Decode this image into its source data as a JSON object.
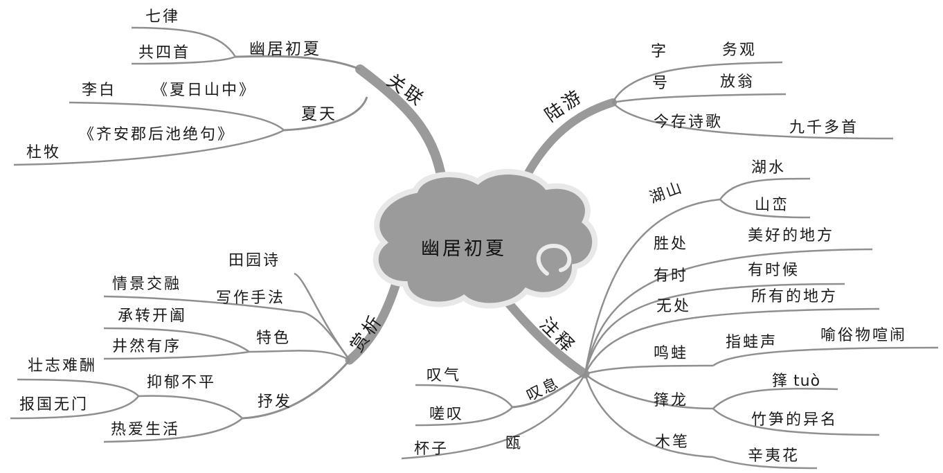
{
  "center": "幽居初夏",
  "branches": {
    "guanlian": {
      "label": "关联",
      "youju": "幽居初夏",
      "qilv": "七律",
      "gongsi": "共四首",
      "xiatian": "夏天",
      "libai": "李白",
      "xiari": "《夏日山中》",
      "dumu": "杜牧",
      "qian": "《齐安郡后池绝句》"
    },
    "luyou": {
      "label": "陆游",
      "zi": "字",
      "wuguan": "务观",
      "hao": "号",
      "fangweng": "放翁",
      "jincun": "今存诗歌",
      "jiuqian": "九千多首"
    },
    "shangxi": {
      "label": "赏析",
      "tianyuan": "田园诗",
      "xiezuo": "写作手法",
      "qingjing": "情景交融",
      "tese": "特色",
      "chengzhuan": "承转开阖",
      "jingran": "井然有序",
      "shufa": "抒发",
      "yiyu": "抑郁不平",
      "zhuangzhi": "壮志难酬",
      "baoguo": "报国无门",
      "reai": "热爱生活"
    },
    "zhushi": {
      "label": "注释",
      "hushan": "湖山",
      "hushui": "湖水",
      "shanluan": "山峦",
      "shengchu": "胜处",
      "meihao": "美好的地方",
      "youshi": "有时",
      "youshihou": "有时候",
      "wuchu": "无处",
      "suoyou": "所有的地方",
      "mingwa": "鸣蛙",
      "zhiwasheng": "指蛙声",
      "yusu": "喻俗物喧闹",
      "tuolong": "箨龙",
      "tuo_pinyin": "箨 tuò",
      "zhusun": "竹笋的异名",
      "mubi": "木笔",
      "xinyihua": "辛夷花",
      "tanxi": "叹息",
      "tanqi": "叹气",
      "jietan": "嗟叹",
      "ou": "瓯",
      "beizi": "杯子"
    }
  }
}
